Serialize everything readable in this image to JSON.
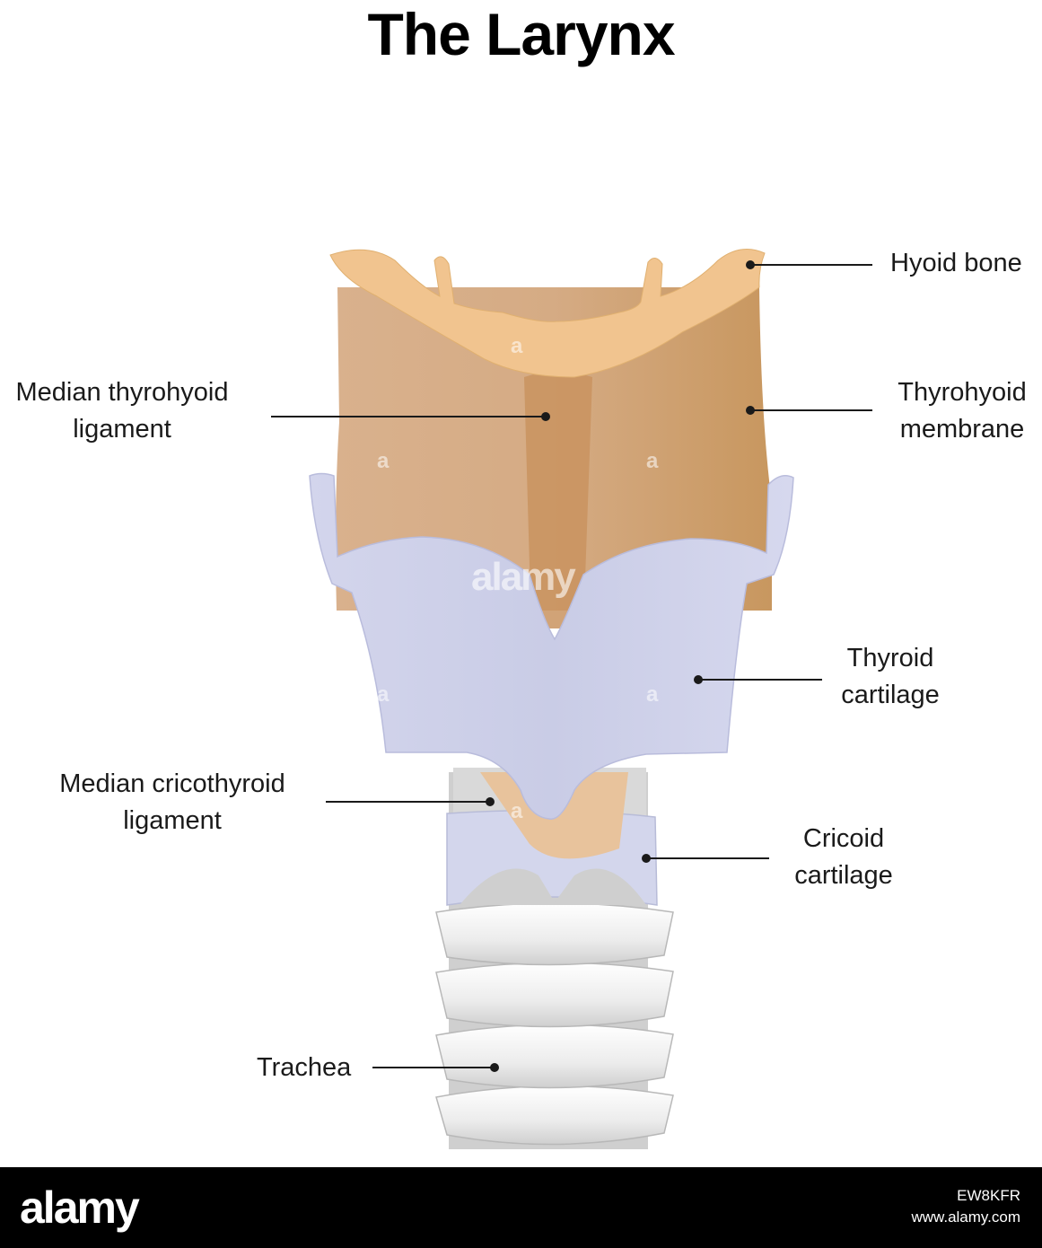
{
  "title": "The Larynx",
  "labels": {
    "hyoid_bone": [
      "Hyoid bone"
    ],
    "median_thyrohyoid_ligament": [
      "Median thyrohyoid",
      "ligament"
    ],
    "thyrohyoid_membrane": [
      "Thyrohyoid",
      "membrane"
    ],
    "thyroid_cartilage": [
      "Thyroid",
      "cartilage"
    ],
    "median_cricothyroid_ligament": [
      "Median cricothyroid",
      "ligament"
    ],
    "cricoid_cartilage": [
      "Cricoid",
      "cartilage"
    ],
    "trachea": [
      "Trachea"
    ]
  },
  "watermark": {
    "main": "alamy",
    "small": "a"
  },
  "footer": {
    "logo": "alamy",
    "image_id": "EW8KFR",
    "site": "www.alamy.com"
  },
  "colors": {
    "hyoid": "#f1c48f",
    "membrane": "#d8ad84",
    "ligament": "#c9935f",
    "thyroid_cartilage": "#cdd0ea",
    "cricoid": "#d3d6ec",
    "trachea_ring": "#e4e4e4",
    "trachea_inner": "#c4c4c4"
  }
}
